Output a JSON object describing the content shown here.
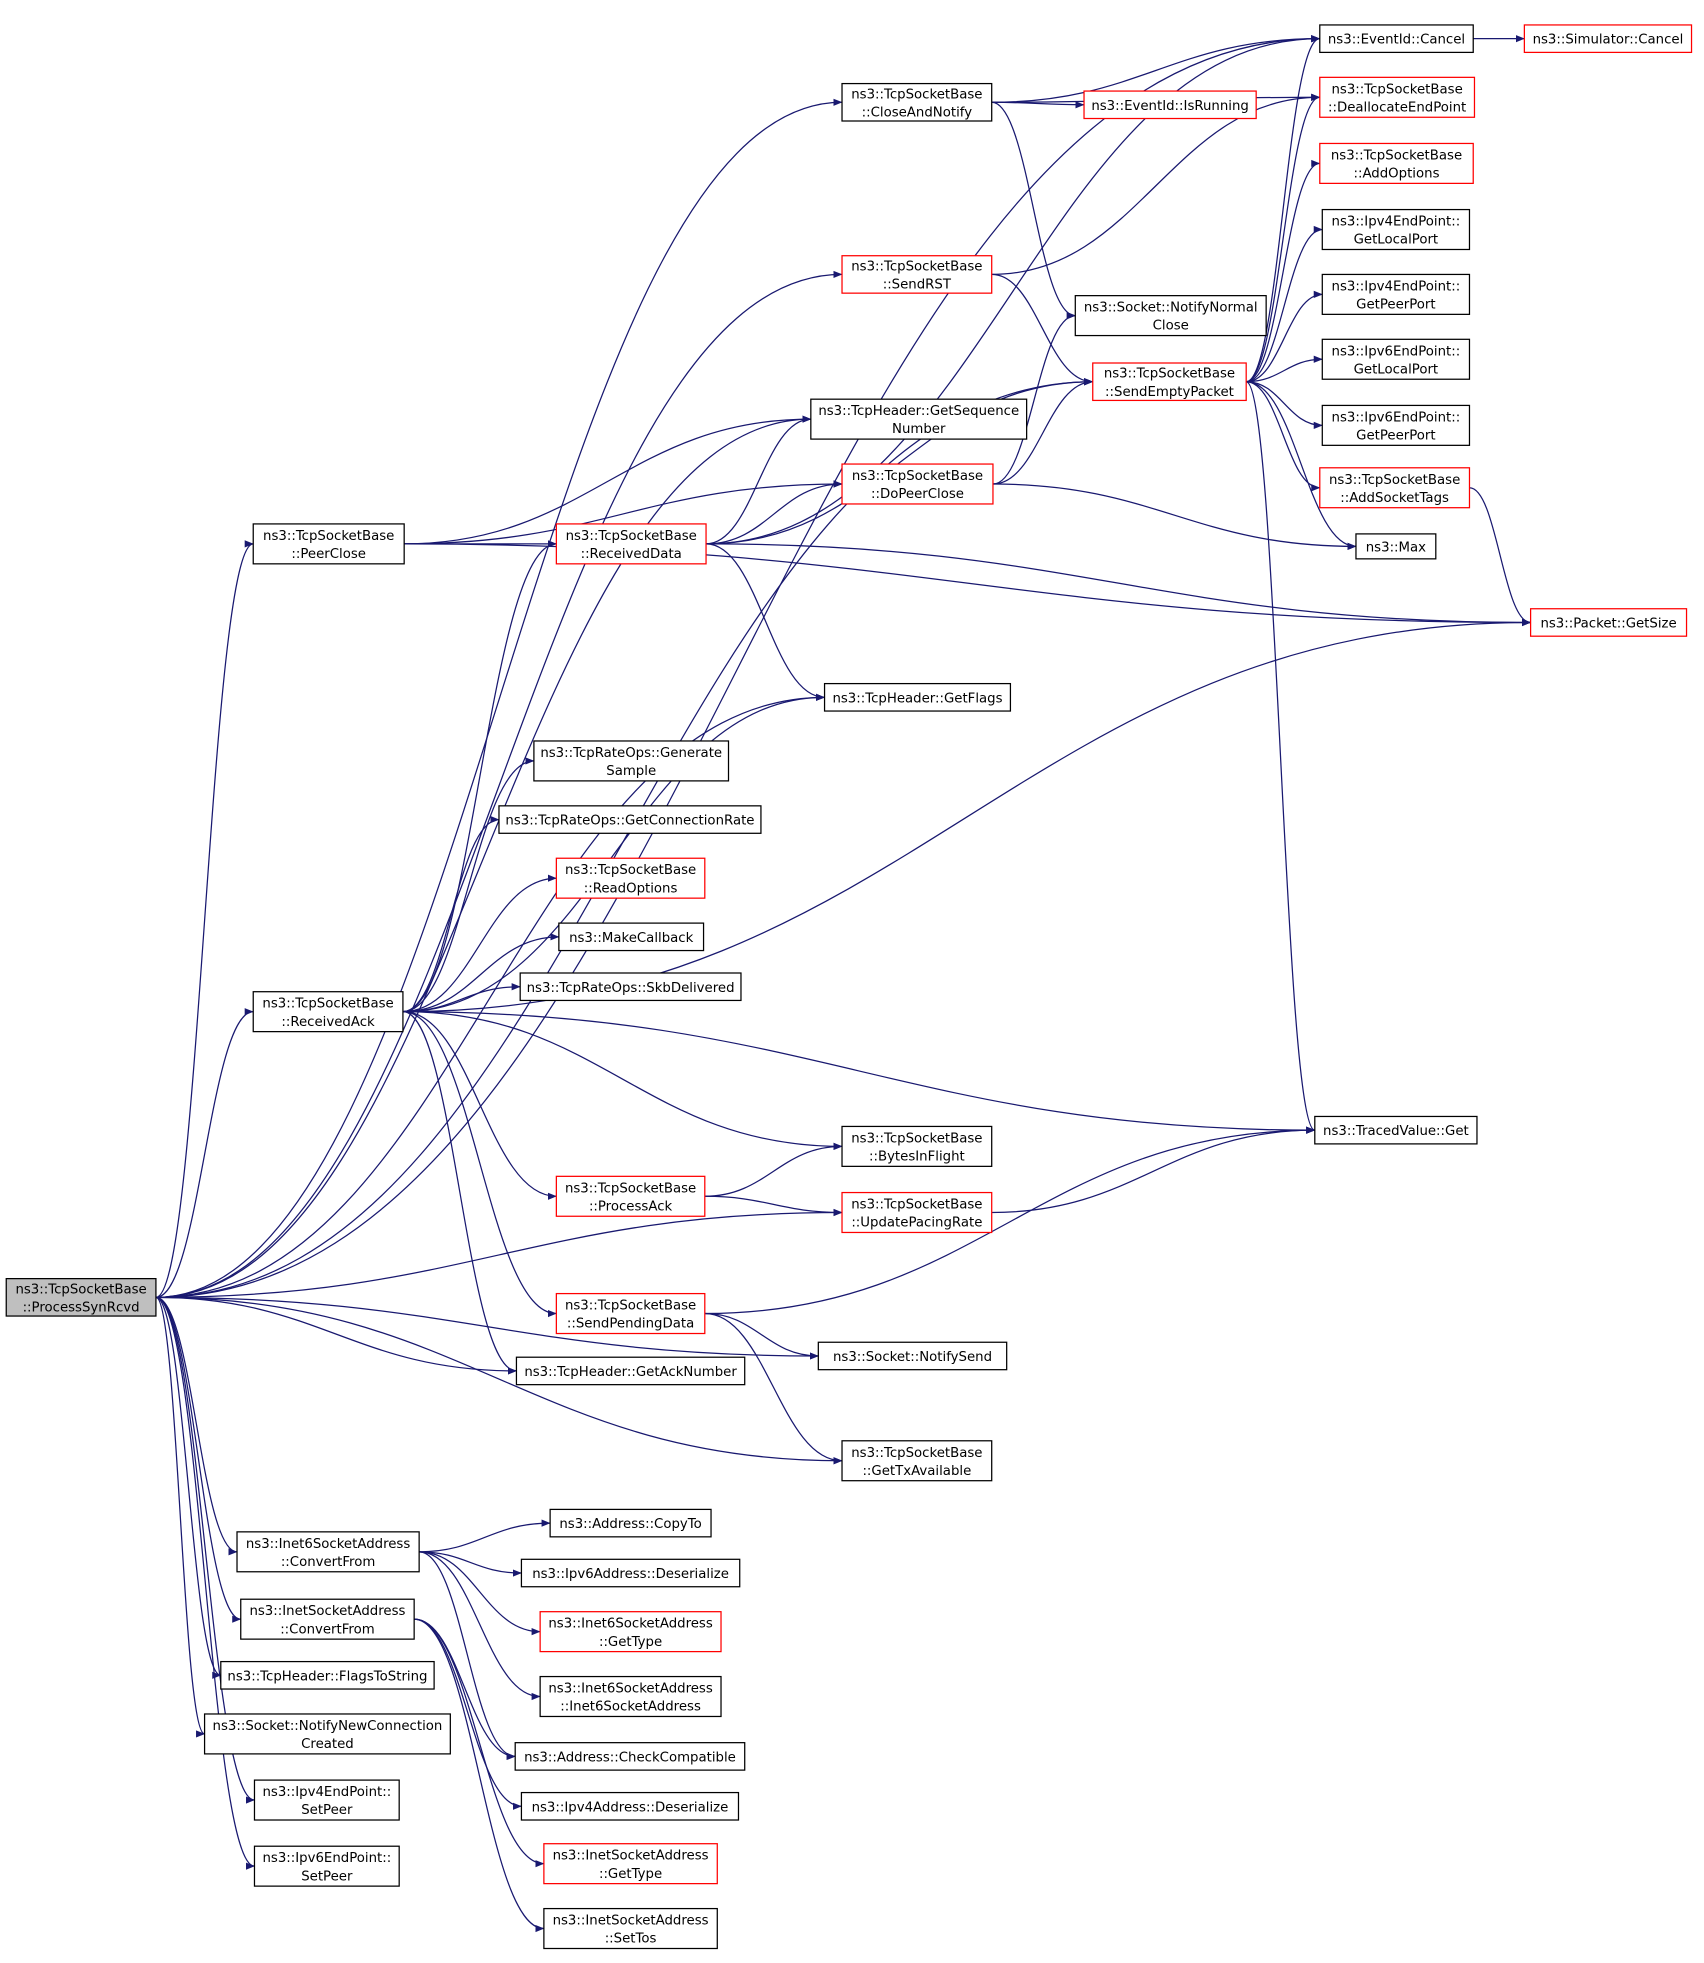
{
  "diagram": {
    "type": "call-graph",
    "edge_color": "#191970",
    "node_border": {
      "normal": "#000000",
      "truncated": "#ff0000"
    },
    "root_fill": "#bfbfbf",
    "nodes": [
      {
        "id": "root",
        "lines": [
          "ns3::TcpSocketBase",
          "::ProcessSynRcvd"
        ],
        "border": "root"
      },
      {
        "id": "eventCancel",
        "lines": [
          "ns3::EventId::Cancel"
        ],
        "border": "black"
      },
      {
        "id": "simCancel",
        "lines": [
          "ns3::Simulator::Cancel"
        ],
        "border": "red"
      },
      {
        "id": "closeNotify",
        "lines": [
          "ns3::TcpSocketBase",
          "::CloseAndNotify"
        ],
        "border": "black"
      },
      {
        "id": "isRunning",
        "lines": [
          "ns3::EventId::IsRunning"
        ],
        "border": "red"
      },
      {
        "id": "dealloc",
        "lines": [
          "ns3::TcpSocketBase",
          "::DeallocateEndPoint"
        ],
        "border": "red"
      },
      {
        "id": "addOptions",
        "lines": [
          "ns3::TcpSocketBase",
          "::AddOptions"
        ],
        "border": "red"
      },
      {
        "id": "ipv4Local",
        "lines": [
          "ns3::Ipv4EndPoint::",
          "GetLocalPort"
        ],
        "border": "black"
      },
      {
        "id": "sendRST",
        "lines": [
          "ns3::TcpSocketBase",
          "::SendRST"
        ],
        "border": "red"
      },
      {
        "id": "ipv4Peer",
        "lines": [
          "ns3::Ipv4EndPoint::",
          "GetPeerPort"
        ],
        "border": "black"
      },
      {
        "id": "notifyNormal",
        "lines": [
          "ns3::Socket::NotifyNormal",
          "Close"
        ],
        "border": "black"
      },
      {
        "id": "sendEmpty",
        "lines": [
          "ns3::TcpSocketBase",
          "::SendEmptyPacket"
        ],
        "border": "red"
      },
      {
        "id": "ipv6Local",
        "lines": [
          "ns3::Ipv6EndPoint::",
          "GetLocalPort"
        ],
        "border": "black"
      },
      {
        "id": "getSeq",
        "lines": [
          "ns3::TcpHeader::GetSequence",
          "Number"
        ],
        "border": "black"
      },
      {
        "id": "ipv6Peer",
        "lines": [
          "ns3::Ipv6EndPoint::",
          "GetPeerPort"
        ],
        "border": "black"
      },
      {
        "id": "doPeerClose",
        "lines": [
          "ns3::TcpSocketBase",
          "::DoPeerClose"
        ],
        "border": "red"
      },
      {
        "id": "addTags",
        "lines": [
          "ns3::TcpSocketBase",
          "::AddSocketTags"
        ],
        "border": "red"
      },
      {
        "id": "peerClose",
        "lines": [
          "ns3::TcpSocketBase",
          "::PeerClose"
        ],
        "border": "black"
      },
      {
        "id": "receivedData",
        "lines": [
          "ns3::TcpSocketBase",
          "::ReceivedData"
        ],
        "border": "red"
      },
      {
        "id": "max",
        "lines": [
          "ns3::Max"
        ],
        "border": "black"
      },
      {
        "id": "getSize",
        "lines": [
          "ns3::Packet::GetSize"
        ],
        "border": "red"
      },
      {
        "id": "getFlags",
        "lines": [
          "ns3::TcpHeader::GetFlags"
        ],
        "border": "black"
      },
      {
        "id": "genSample",
        "lines": [
          "ns3::TcpRateOps::Generate",
          "Sample"
        ],
        "border": "black"
      },
      {
        "id": "connRate",
        "lines": [
          "ns3::TcpRateOps::GetConnectionRate"
        ],
        "border": "black"
      },
      {
        "id": "readOptions",
        "lines": [
          "ns3::TcpSocketBase",
          "::ReadOptions"
        ],
        "border": "red"
      },
      {
        "id": "makeCallback",
        "lines": [
          "ns3::MakeCallback"
        ],
        "border": "black"
      },
      {
        "id": "skbDelivered",
        "lines": [
          "ns3::TcpRateOps::SkbDelivered"
        ],
        "border": "black"
      },
      {
        "id": "receivedAck",
        "lines": [
          "ns3::TcpSocketBase",
          "::ReceivedAck"
        ],
        "border": "black"
      },
      {
        "id": "tracedGet",
        "lines": [
          "ns3::TracedValue::Get"
        ],
        "border": "black"
      },
      {
        "id": "bytesInFlight",
        "lines": [
          "ns3::TcpSocketBase",
          "::BytesInFlight"
        ],
        "border": "black"
      },
      {
        "id": "processAck",
        "lines": [
          "ns3::TcpSocketBase",
          "::ProcessAck"
        ],
        "border": "red"
      },
      {
        "id": "updatePacing",
        "lines": [
          "ns3::TcpSocketBase",
          "::UpdatePacingRate"
        ],
        "border": "red"
      },
      {
        "id": "sendPending",
        "lines": [
          "ns3::TcpSocketBase",
          "::SendPendingData"
        ],
        "border": "red"
      },
      {
        "id": "notifySend",
        "lines": [
          "ns3::Socket::NotifySend"
        ],
        "border": "black"
      },
      {
        "id": "getAckNum",
        "lines": [
          "ns3::TcpHeader::GetAckNumber"
        ],
        "border": "black"
      },
      {
        "id": "getTxAvail",
        "lines": [
          "ns3::TcpSocketBase",
          "::GetTxAvailable"
        ],
        "border": "black"
      },
      {
        "id": "inet6Convert",
        "lines": [
          "ns3::Inet6SocketAddress",
          "::ConvertFrom"
        ],
        "border": "black"
      },
      {
        "id": "addrCopyTo",
        "lines": [
          "ns3::Address::CopyTo"
        ],
        "border": "black"
      },
      {
        "id": "ipv6Deser",
        "lines": [
          "ns3::Ipv6Address::Deserialize"
        ],
        "border": "black"
      },
      {
        "id": "inetConvert",
        "lines": [
          "ns3::InetSocketAddress",
          "::ConvertFrom"
        ],
        "border": "black"
      },
      {
        "id": "inet6GetType",
        "lines": [
          "ns3::Inet6SocketAddress",
          "::GetType"
        ],
        "border": "red"
      },
      {
        "id": "flagsToString",
        "lines": [
          "ns3::TcpHeader::FlagsToString"
        ],
        "border": "black"
      },
      {
        "id": "inet6Ctor",
        "lines": [
          "ns3::Inet6SocketAddress",
          "::Inet6SocketAddress"
        ],
        "border": "black"
      },
      {
        "id": "notifyNewConn",
        "lines": [
          "ns3::Socket::NotifyNewConnection",
          "Created"
        ],
        "border": "black"
      },
      {
        "id": "checkCompat",
        "lines": [
          "ns3::Address::CheckCompatible"
        ],
        "border": "black"
      },
      {
        "id": "ipv4SetPeer",
        "lines": [
          "ns3::Ipv4EndPoint::",
          "SetPeer"
        ],
        "border": "black"
      },
      {
        "id": "ipv4Deser",
        "lines": [
          "ns3::Ipv4Address::Deserialize"
        ],
        "border": "black"
      },
      {
        "id": "ipv6SetPeer",
        "lines": [
          "ns3::Ipv6EndPoint::",
          "SetPeer"
        ],
        "border": "black"
      },
      {
        "id": "inetGetType",
        "lines": [
          "ns3::InetSocketAddress",
          "::GetType"
        ],
        "border": "red"
      },
      {
        "id": "inetSetTos",
        "lines": [
          "ns3::InetSocketAddress",
          "::SetTos"
        ],
        "border": "black"
      }
    ],
    "edges": [
      [
        "root",
        "eventCancel"
      ],
      [
        "root",
        "closeNotify"
      ],
      [
        "root",
        "sendRST"
      ],
      [
        "root",
        "sendEmpty"
      ],
      [
        "root",
        "getSeq"
      ],
      [
        "root",
        "peerClose"
      ],
      [
        "root",
        "getFlags"
      ],
      [
        "root",
        "receivedAck"
      ],
      [
        "root",
        "updatePacing"
      ],
      [
        "root",
        "getAckNum"
      ],
      [
        "root",
        "notifySend"
      ],
      [
        "root",
        "getTxAvail"
      ],
      [
        "root",
        "inet6Convert"
      ],
      [
        "root",
        "inetConvert"
      ],
      [
        "root",
        "flagsToString"
      ],
      [
        "root",
        "notifyNewConn"
      ],
      [
        "root",
        "ipv4SetPeer"
      ],
      [
        "root",
        "ipv6SetPeer"
      ],
      [
        "eventCancel",
        "simCancel"
      ],
      [
        "closeNotify",
        "eventCancel"
      ],
      [
        "closeNotify",
        "isRunning"
      ],
      [
        "closeNotify",
        "dealloc"
      ],
      [
        "closeNotify",
        "notifyNormal"
      ],
      [
        "sendRST",
        "dealloc"
      ],
      [
        "sendRST",
        "sendEmpty"
      ],
      [
        "sendEmpty",
        "eventCancel"
      ],
      [
        "sendEmpty",
        "dealloc"
      ],
      [
        "sendEmpty",
        "addOptions"
      ],
      [
        "sendEmpty",
        "ipv4Local"
      ],
      [
        "sendEmpty",
        "ipv4Peer"
      ],
      [
        "sendEmpty",
        "ipv6Local"
      ],
      [
        "sendEmpty",
        "ipv6Peer"
      ],
      [
        "sendEmpty",
        "addTags"
      ],
      [
        "sendEmpty",
        "max"
      ],
      [
        "sendEmpty",
        "tracedGet"
      ],
      [
        "addTags",
        "getSize"
      ],
      [
        "doPeerClose",
        "notifyNormal"
      ],
      [
        "doPeerClose",
        "sendEmpty"
      ],
      [
        "doPeerClose",
        "max"
      ],
      [
        "peerClose",
        "getSeq"
      ],
      [
        "peerClose",
        "doPeerClose"
      ],
      [
        "peerClose",
        "receivedData"
      ],
      [
        "peerClose",
        "getSize"
      ],
      [
        "receivedData",
        "eventCancel"
      ],
      [
        "receivedData",
        "getSeq"
      ],
      [
        "receivedData",
        "doPeerClose"
      ],
      [
        "receivedData",
        "sendEmpty"
      ],
      [
        "receivedData",
        "getSize"
      ],
      [
        "receivedData",
        "getFlags"
      ],
      [
        "receivedAck",
        "receivedData"
      ],
      [
        "receivedAck",
        "getFlags"
      ],
      [
        "receivedAck",
        "genSample"
      ],
      [
        "receivedAck",
        "connRate"
      ],
      [
        "receivedAck",
        "readOptions"
      ],
      [
        "receivedAck",
        "makeCallback"
      ],
      [
        "receivedAck",
        "skbDelivered"
      ],
      [
        "receivedAck",
        "getSize"
      ],
      [
        "receivedAck",
        "tracedGet"
      ],
      [
        "receivedAck",
        "bytesInFlight"
      ],
      [
        "receivedAck",
        "processAck"
      ],
      [
        "receivedAck",
        "sendPending"
      ],
      [
        "receivedAck",
        "getAckNum"
      ],
      [
        "processAck",
        "bytesInFlight"
      ],
      [
        "processAck",
        "updatePacing"
      ],
      [
        "updatePacing",
        "tracedGet"
      ],
      [
        "sendPending",
        "tracedGet"
      ],
      [
        "sendPending",
        "notifySend"
      ],
      [
        "sendPending",
        "getTxAvail"
      ],
      [
        "inet6Convert",
        "addrCopyTo"
      ],
      [
        "inet6Convert",
        "ipv6Deser"
      ],
      [
        "inet6Convert",
        "inet6GetType"
      ],
      [
        "inet6Convert",
        "inet6Ctor"
      ],
      [
        "inet6Convert",
        "checkCompat"
      ],
      [
        "inetConvert",
        "checkCompat"
      ],
      [
        "inetConvert",
        "ipv4Deser"
      ],
      [
        "inetConvert",
        "inetGetType"
      ],
      [
        "inetConvert",
        "inetSetTos"
      ]
    ]
  }
}
